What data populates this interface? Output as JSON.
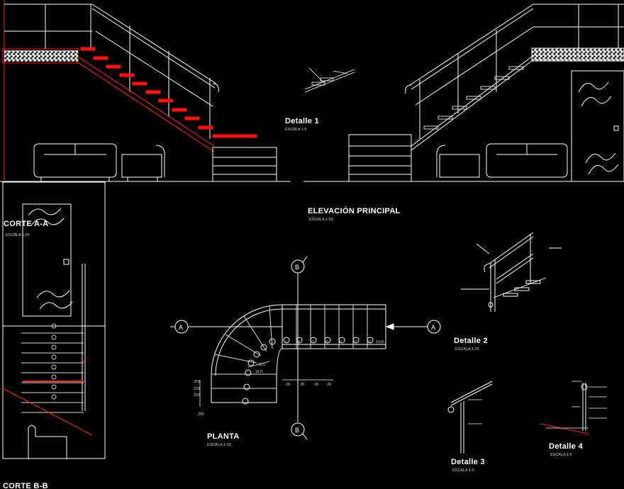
{
  "titles": {
    "elevacion": "ELEVACIÓN PRINCIPAL",
    "elevacion_scale": "ESCALA 1:50",
    "planta": "PLANTA",
    "planta_scale": "ESCALA 1:25",
    "corte_aa": "CORTE A-A",
    "corte_aa_scale": "ESCALA 1:25",
    "corte_bb": "CORTE B-B",
    "detalle1": "Detalle 1",
    "detalle1_scale": "ESCALA 1:5",
    "detalle2": "Detalle 2",
    "detalle2_scale": "ESCALA 1:25",
    "detalle3": "Detalle 3",
    "detalle3_scale": "ESCALA 1:5",
    "detalle4": "Detalle 4",
    "detalle4_scale": "ESCALA 1:5"
  },
  "axis_markers": {
    "a_left": "A",
    "a_right": "A",
    "b_top": "B",
    "b_bottom": "B"
  },
  "dimensions": {
    "bottom": [
      ".28",
      ".28",
      ".28",
      ".28"
    ],
    "left": [
      ".250",
      ".020",
      ".250",
      ".250"
    ],
    "angles": [
      "18.0",
      "18.0"
    ]
  },
  "step_labels": [
    "7",
    "8",
    "9",
    "10",
    "11",
    "12",
    "13",
    "14",
    "15"
  ],
  "colors": {
    "background": "#000000",
    "line": "#ffffff",
    "accent": "#ff0000",
    "dim": "#cccccc"
  }
}
